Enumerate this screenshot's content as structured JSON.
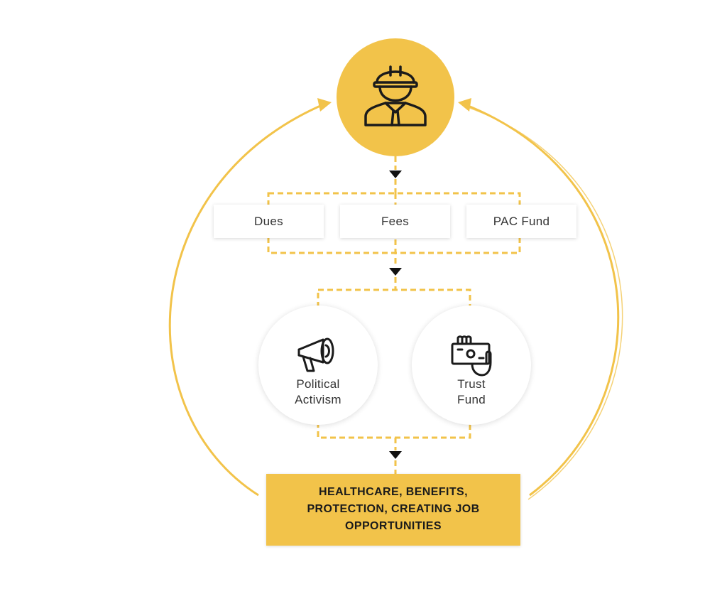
{
  "colors": {
    "accent": "#f2c34a",
    "arrow": "#111111"
  },
  "icons": {
    "worker": "hard-hat-worker-icon",
    "activism": "megaphone-icon",
    "trust": "hand-holding-money-icon"
  },
  "contributions": {
    "dues": "Dues",
    "fees": "Fees",
    "pac_fund": "PAC Fund"
  },
  "uses": {
    "political": {
      "line1": "Political",
      "line2": "Activism"
    },
    "trust": {
      "line1": "Trust",
      "line2": "Fund"
    }
  },
  "outcome": {
    "line1": "HEALTHCARE, BENEFITS,",
    "line2": "PROTECTION, CREATING JOB",
    "line3": "OPPORTUNITIES"
  }
}
